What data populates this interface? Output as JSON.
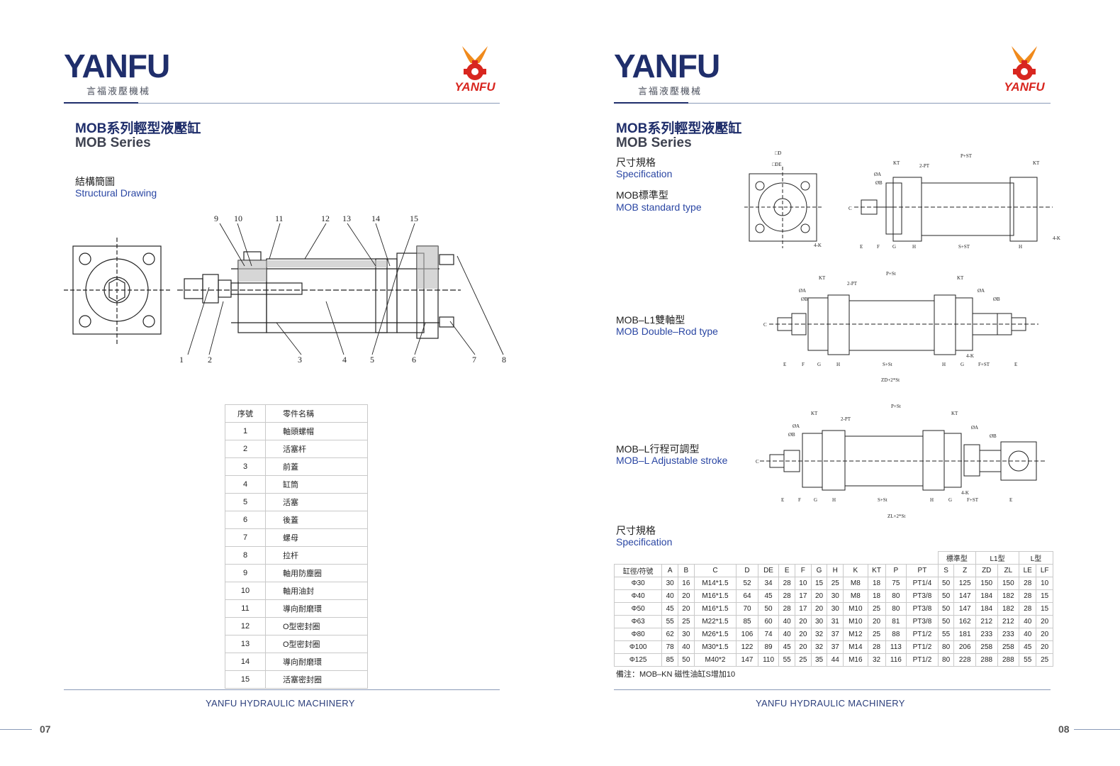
{
  "left": {
    "brand": "YANFU",
    "brand_sub": "言福液壓機械",
    "logo_text": "YANFU",
    "title_zh": "MOB系列輕型液壓缸",
    "title_en": "MOB Series",
    "section_zh": "結構簡圖",
    "section_en": "Structural Drawing",
    "callouts": [
      "1",
      "2",
      "3",
      "4",
      "5",
      "6",
      "7",
      "8",
      "9",
      "10",
      "11",
      "12",
      "13",
      "14",
      "15"
    ],
    "parts_header": [
      "序號",
      "零件名稱"
    ],
    "parts": [
      [
        "1",
        "軸頭螺帽"
      ],
      [
        "2",
        "活塞杆"
      ],
      [
        "3",
        "前蓋"
      ],
      [
        "4",
        "缸筒"
      ],
      [
        "5",
        "活塞"
      ],
      [
        "6",
        "後蓋"
      ],
      [
        "7",
        "螺母"
      ],
      [
        "8",
        "拉杆"
      ],
      [
        "9",
        "軸用防塵圈"
      ],
      [
        "10",
        "軸用油封"
      ],
      [
        "11",
        "導向耐磨環"
      ],
      [
        "12",
        "O型密封圈"
      ],
      [
        "13",
        "O型密封圈"
      ],
      [
        "14",
        "導向耐磨環"
      ],
      [
        "15",
        "活塞密封圈"
      ]
    ],
    "footer": "YANFU HYDRAULIC MACHINERY",
    "page": "07"
  },
  "right": {
    "brand": "YANFU",
    "brand_sub": "言福液壓機械",
    "logo_text": "YANFU",
    "title_zh": "MOB系列輕型液壓缸",
    "title_en": "MOB Series",
    "spec_zh": "尺寸規格",
    "spec_en": "Specification",
    "type1_zh": "MOB標準型",
    "type1_en": "MOB standard type",
    "type2_zh": "MOB–L1雙軸型",
    "type2_en": "MOB Double–Rod type",
    "type3_zh": "MOB–L行程可調型",
    "type3_en": "MOB–L Adjustable stroke",
    "spec2_zh": "尺寸規格",
    "spec2_en": "Specification",
    "dims": {
      "d1": [
        "□D",
        "□DE",
        "4-K",
        "KT",
        "2-PT",
        "P+ST",
        "KT",
        "ØA",
        "ØB",
        "C",
        "4-K",
        "E",
        "F",
        "G",
        "H",
        "S+ST",
        "H"
      ],
      "d2": [
        "KT",
        "2-PT",
        "P+St",
        "KT",
        "ØA",
        "ØB",
        "C",
        "ØA",
        "ØB",
        "4-K",
        "E",
        "F",
        "G",
        "H",
        "S+St",
        "H",
        "G",
        "F+ST",
        "E",
        "ZD+2*St"
      ],
      "d3": [
        "KT",
        "2-PT",
        "P+St",
        "KT",
        "ØA",
        "ØB",
        "C",
        "ØA",
        "ØB",
        "4-K",
        "E",
        "F",
        "G",
        "H",
        "S+St",
        "H",
        "G",
        "F+ST",
        "E",
        "ZL+2*St"
      ]
    },
    "spec_group_headers": [
      "標準型",
      "L1型",
      "L型"
    ],
    "spec_headers": [
      "缸徑/符號",
      "A",
      "B",
      "C",
      "D",
      "DE",
      "E",
      "F",
      "G",
      "H",
      "K",
      "KT",
      "P",
      "PT",
      "S",
      "Z",
      "ZD",
      "ZL",
      "LE",
      "LF"
    ],
    "spec_rows": [
      [
        "Φ30",
        "30",
        "16",
        "M14*1.5",
        "52",
        "34",
        "28",
        "10",
        "15",
        "25",
        "M8",
        "18",
        "75",
        "PT1/4",
        "50",
        "125",
        "150",
        "150",
        "28",
        "10"
      ],
      [
        "Φ40",
        "40",
        "20",
        "M16*1.5",
        "64",
        "45",
        "28",
        "17",
        "20",
        "30",
        "M8",
        "18",
        "80",
        "PT3/8",
        "50",
        "147",
        "184",
        "182",
        "28",
        "15"
      ],
      [
        "Φ50",
        "45",
        "20",
        "M16*1.5",
        "70",
        "50",
        "28",
        "17",
        "20",
        "30",
        "M10",
        "25",
        "80",
        "PT3/8",
        "50",
        "147",
        "184",
        "182",
        "28",
        "15"
      ],
      [
        "Φ63",
        "55",
        "25",
        "M22*1.5",
        "85",
        "60",
        "40",
        "20",
        "30",
        "31",
        "M10",
        "20",
        "81",
        "PT3/8",
        "50",
        "162",
        "212",
        "212",
        "40",
        "20"
      ],
      [
        "Φ80",
        "62",
        "30",
        "M26*1.5",
        "106",
        "74",
        "40",
        "20",
        "32",
        "37",
        "M12",
        "25",
        "88",
        "PT1/2",
        "55",
        "181",
        "233",
        "233",
        "40",
        "20"
      ],
      [
        "Φ100",
        "78",
        "40",
        "M30*1.5",
        "122",
        "89",
        "45",
        "20",
        "32",
        "37",
        "M14",
        "28",
        "113",
        "PT1/2",
        "80",
        "206",
        "258",
        "258",
        "45",
        "20"
      ],
      [
        "Φ125",
        "85",
        "50",
        "M40*2",
        "147",
        "110",
        "55",
        "25",
        "35",
        "44",
        "M16",
        "32",
        "116",
        "PT1/2",
        "80",
        "228",
        "288",
        "288",
        "55",
        "25"
      ]
    ],
    "note": "備注：MOB–KN 磁性油缸S增加10",
    "footer": "YANFU HYDRAULIC MACHINERY",
    "page": "08"
  },
  "colors": {
    "brand": "#1f2e6b",
    "accent_red": "#d8261f",
    "accent_orange": "#f08a1c",
    "link_blue": "#2a46a3"
  }
}
